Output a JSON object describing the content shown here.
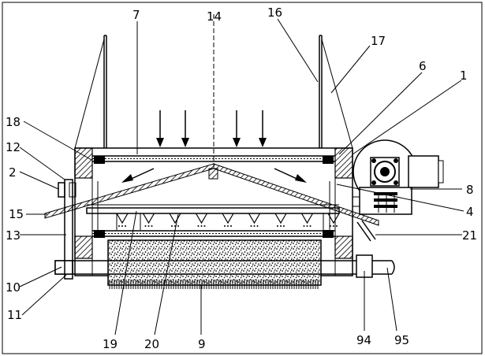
{
  "labels": {
    "l7": "7",
    "l14": "14",
    "l16": "16",
    "l17": "17",
    "l6": "6",
    "l1": "1",
    "l18": "18",
    "l12": "12",
    "l2": "2",
    "l15": "15",
    "l13": "13",
    "l10": "10",
    "l11": "11",
    "l19": "19",
    "l20": "20",
    "l9": "9",
    "l94": "94",
    "l95": "95",
    "l8": "8",
    "l4": "4",
    "l21": "21"
  },
  "colors": {
    "line": "#000000",
    "background": "#ffffff"
  }
}
